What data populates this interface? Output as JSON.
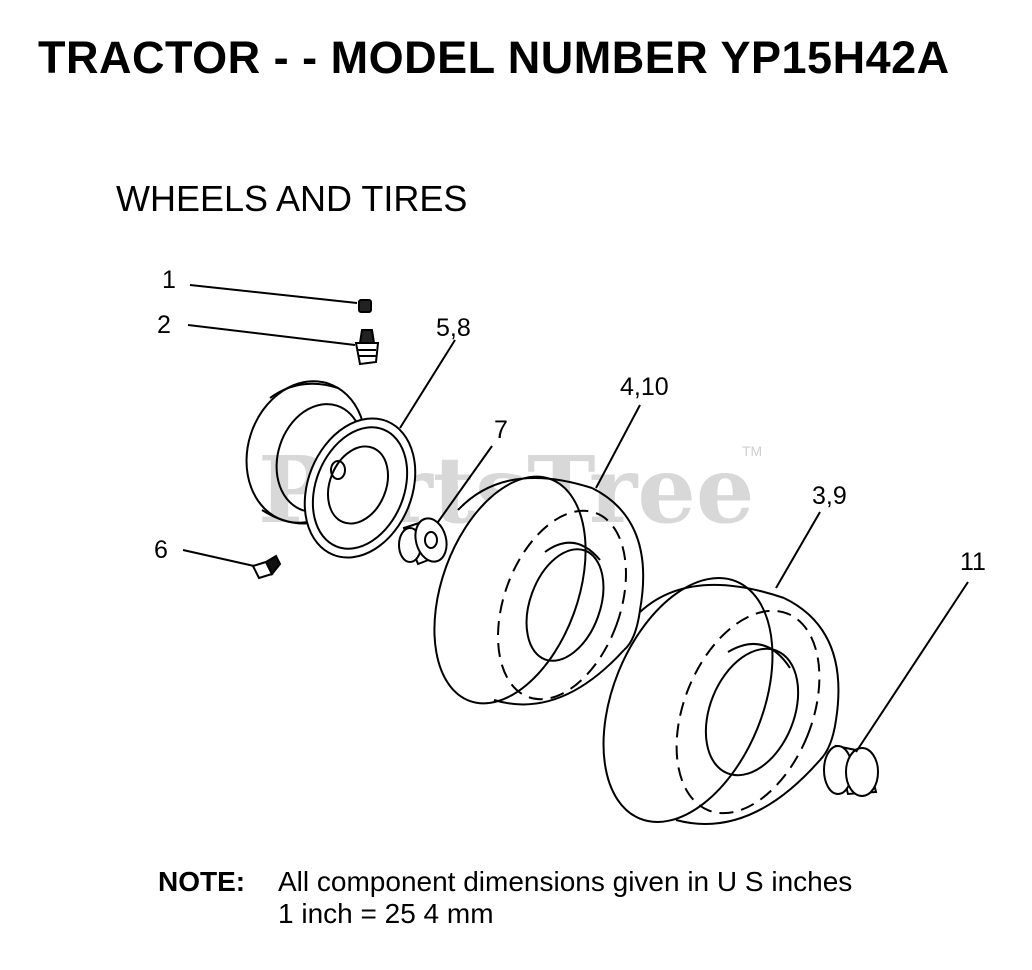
{
  "header": {
    "title": "TRACTOR - - MODEL NUMBER YP15H42A",
    "section": "WHEELS AND TIRES"
  },
  "watermark": {
    "text": "PartsTree",
    "tm": "TM"
  },
  "callouts": {
    "c1": "1",
    "c2": "2",
    "c5_8": "5,8",
    "c7": "7",
    "c4_10": "4,10",
    "c3_9": "3,9",
    "c6": "6",
    "c11": "11"
  },
  "note": {
    "label": "NOTE:",
    "line1": "All component dimensions given in U S  inches",
    "line2": "1 inch = 25 4 mm"
  }
}
